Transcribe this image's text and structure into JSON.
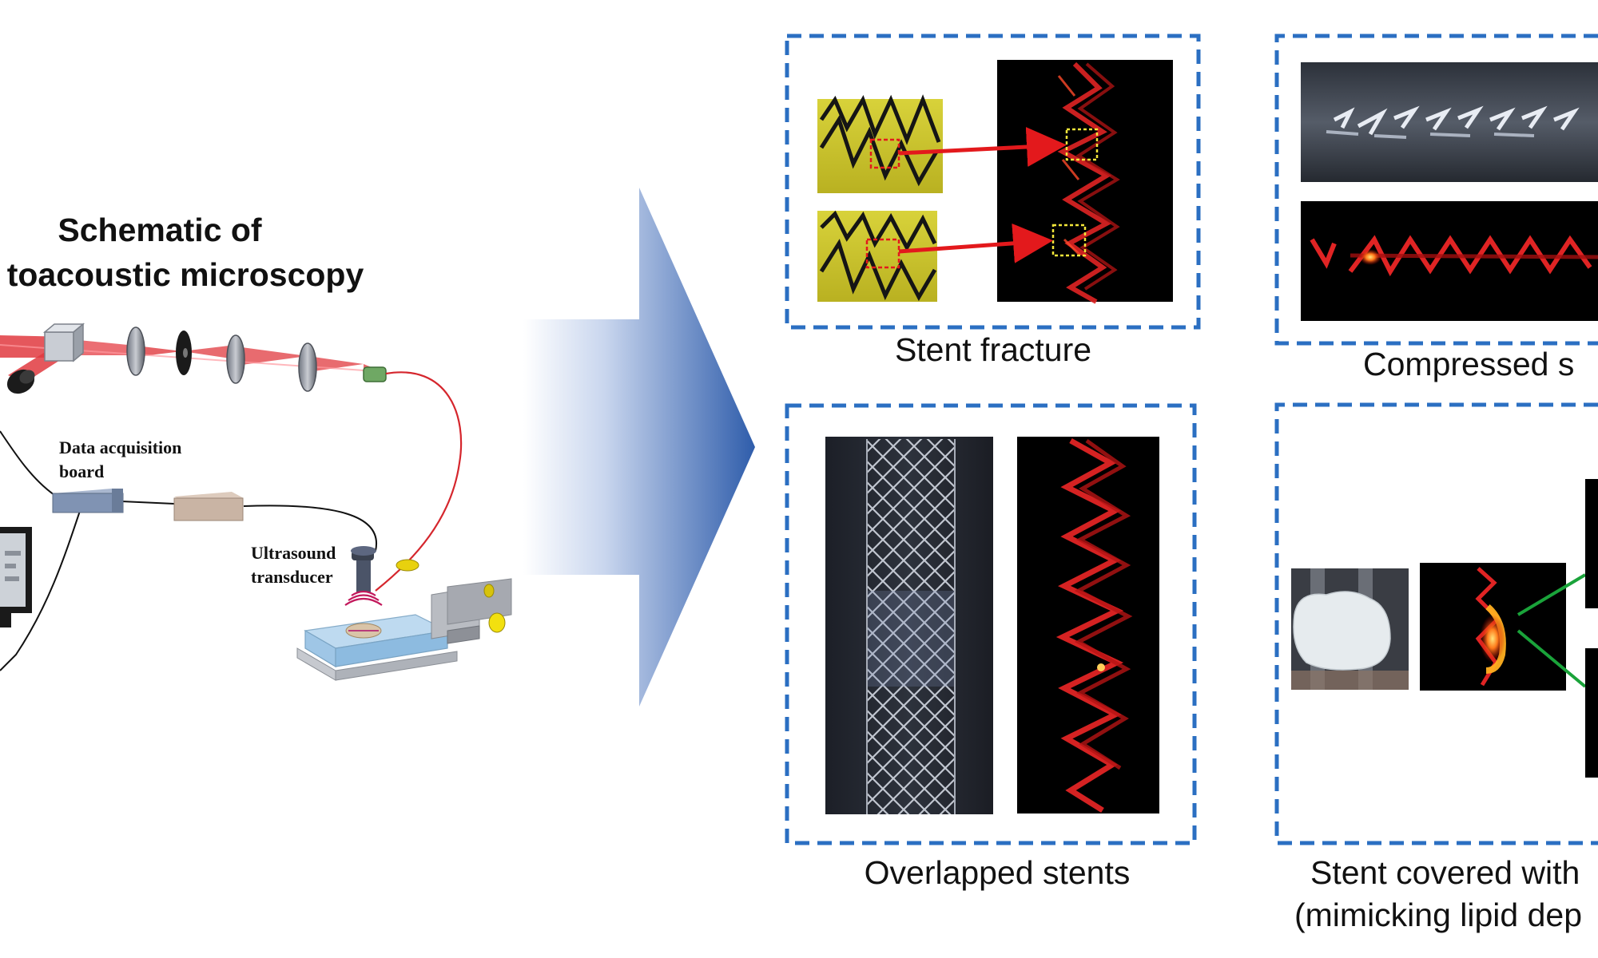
{
  "schematic": {
    "title_line1": "Schematic of",
    "title_line2": "toacoustic microscopy",
    "data_acq_line1": "Data acquisition",
    "data_acq_line2": "board",
    "transducer_line1": "Ultrasound",
    "transducer_line2": "transducer"
  },
  "panels": {
    "fracture_caption": "Stent fracture",
    "compressed_caption": "Compressed s",
    "overlapped_caption": "Overlapped stents",
    "covered_caption_line1": "Stent covered with",
    "covered_caption_line2": "(mimicking lipid dep"
  },
  "colors": {
    "dashed_border": "#2b6fc2",
    "laser_beam": "#e0393f",
    "arrow_red": "#e3191c",
    "arrow_green": "#1aa33a",
    "big_arrow_start": "#ffffff",
    "big_arrow_end": "#2f5dab",
    "pa_signal": "#e02424",
    "yellow_dotted": "#f3e63a"
  }
}
